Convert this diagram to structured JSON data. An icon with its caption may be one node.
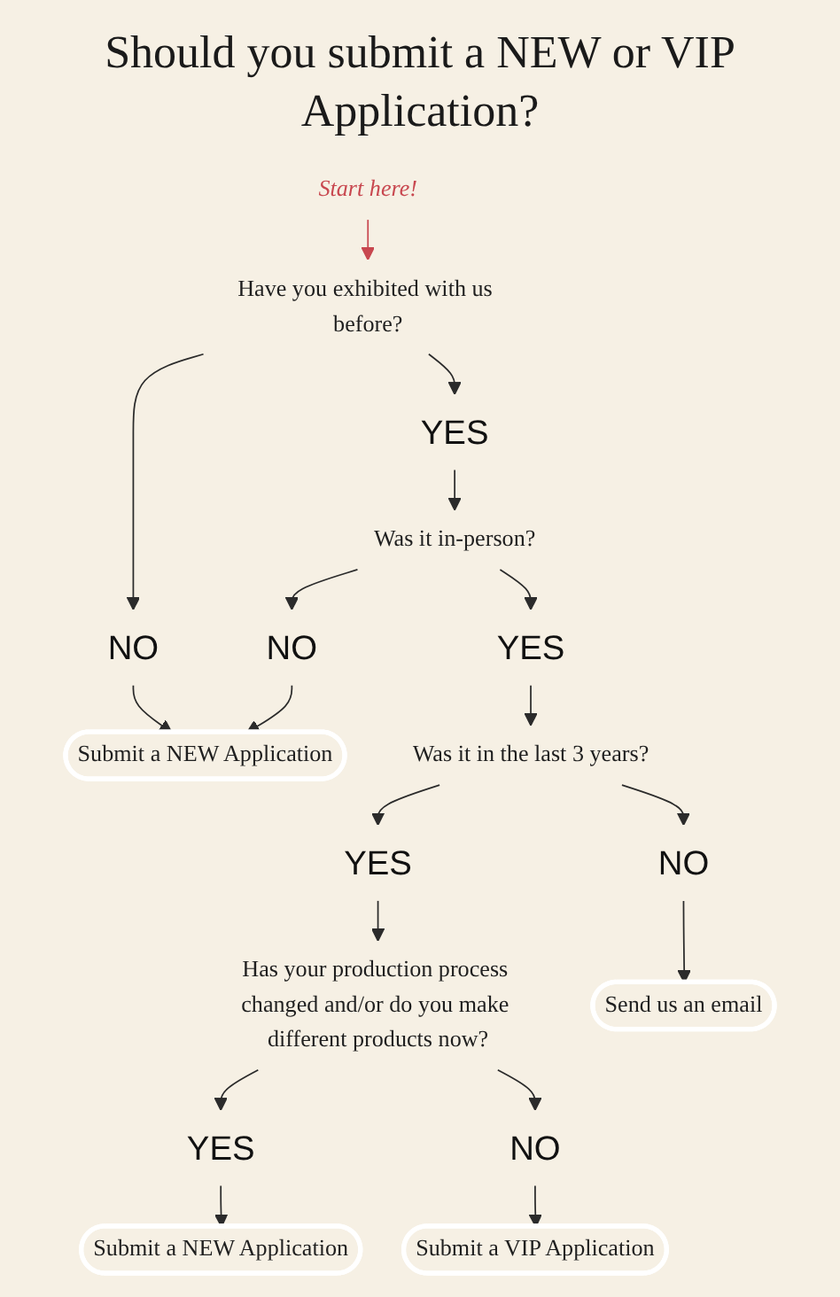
{
  "diagram": {
    "title": "Should you submit a NEW or VIP Application?",
    "nodes": [
      {
        "text": [
          "Start here!"
        ]
      },
      {
        "text": [
          "Have you exhibited with us before?"
        ]
      },
      {
        "text": [
          "NO"
        ]
      },
      {
        "text": [
          "YES"
        ]
      },
      {
        "text": [
          "NO"
        ]
      },
      {
        "text": [
          "Was it in-person?"
        ]
      },
      {
        "text": [
          "Submit a NEW Application"
        ]
      },
      {
        "text": [
          "YES"
        ]
      },
      {
        "text": [
          "YES"
        ]
      },
      {
        "text": [
          "Was it in the last 3 years?"
        ]
      },
      {
        "text": [
          "Has your production process changed and/or do you make different products now?"
        ]
      },
      {
        "text": [
          "NO"
        ]
      },
      {
        "text": [
          "Submit a VIP Application"
        ]
      },
      {
        "text": [
          "YES"
        ]
      },
      {
        "text": [
          "NO"
        ]
      },
      {
        "text": [
          "Submit a NEW Application"
        ]
      },
      {
        "text": [
          "Send us an email"
        ]
      }
    ],
    "edges": [
      {
        "from": 0,
        "to": 1,
        "arrow": "to",
        "color": "#c8474f"
      },
      {
        "from": 1,
        "to": 2,
        "arrow": "to"
      },
      {
        "from": 1,
        "to": 3,
        "arrow": "to"
      },
      {
        "from": 2,
        "to": 6,
        "arrow": "to"
      },
      {
        "from": 3,
        "to": 5,
        "arrow": "to"
      },
      {
        "from": 5,
        "to": 4,
        "arrow": "to"
      },
      {
        "from": 4,
        "to": 6,
        "arrow": "to"
      },
      {
        "from": 5,
        "to": 7,
        "arrow": "to"
      },
      {
        "from": 7,
        "to": 9,
        "arrow": "to"
      },
      {
        "from": 9,
        "to": 8,
        "arrow": "to"
      },
      {
        "from": 8,
        "to": 10,
        "arrow": "to"
      },
      {
        "from": 9,
        "to": 11,
        "arrow": "to"
      },
      {
        "from": 10,
        "to": 13,
        "arrow": "to"
      },
      {
        "from": 10,
        "to": 14,
        "arrow": "to"
      },
      {
        "from": 13,
        "to": 15,
        "arrow": "to"
      },
      {
        "from": 14,
        "to": 12,
        "arrow": "to"
      },
      {
        "from": 11,
        "to": 16,
        "arrow": "to"
      }
    ]
  }
}
